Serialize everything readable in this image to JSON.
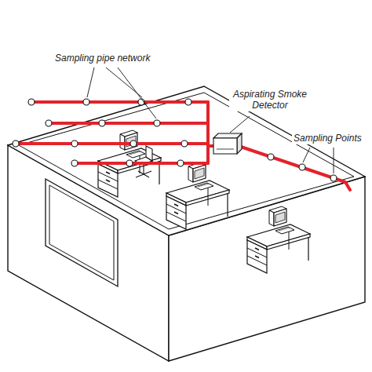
{
  "diagram": {
    "labels": [
      "Sampling pipe network",
      "Aspirating Smoke Detector",
      "Sampling Points"
    ]
  }
}
